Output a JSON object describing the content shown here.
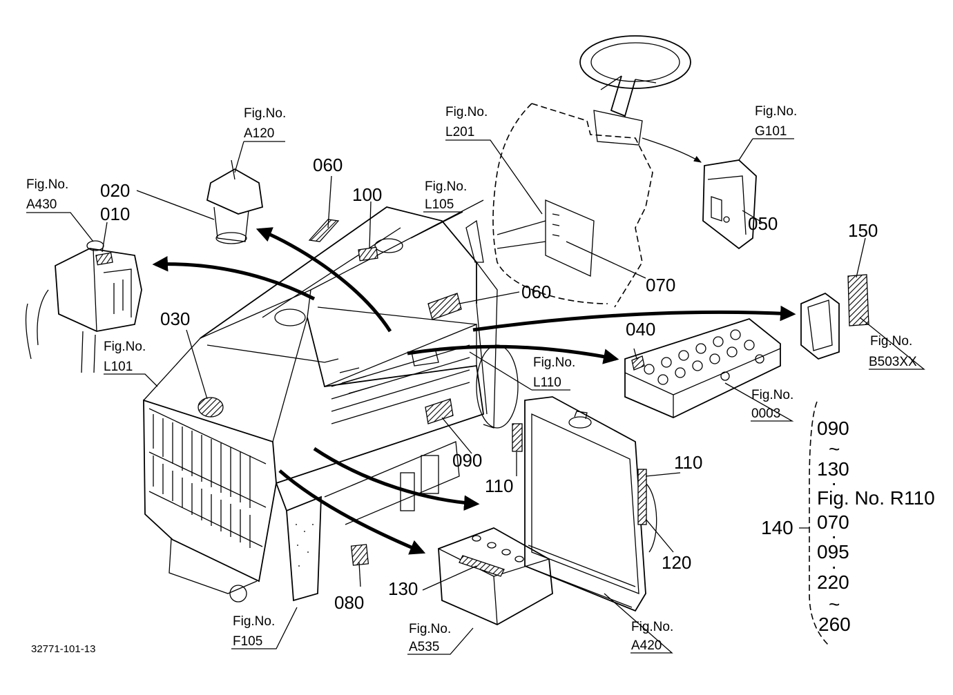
{
  "figure_refs": [
    {
      "key": "a120",
      "caption": "Fig.No.",
      "code": "A120"
    },
    {
      "key": "a430",
      "caption": "Fig.No.",
      "code": "A430"
    },
    {
      "key": "l201",
      "caption": "Fig.No.",
      "code": "L201"
    },
    {
      "key": "g101",
      "caption": "Fig.No.",
      "code": "G101"
    },
    {
      "key": "l105",
      "caption": "Fig.No.",
      "code": "L105"
    },
    {
      "key": "l101",
      "caption": "Fig.No.",
      "code": "L101"
    },
    {
      "key": "l110",
      "caption": "Fig.No.",
      "code": "L110"
    },
    {
      "key": "b503xx",
      "caption": "Fig.No.",
      "code": "B503XX"
    },
    {
      "key": "0003",
      "caption": "Fig.No.",
      "code": "0003"
    },
    {
      "key": "f105",
      "caption": "Fig.No.",
      "code": "F105"
    },
    {
      "key": "a535",
      "caption": "Fig.No.",
      "code": "A535"
    },
    {
      "key": "a420",
      "caption": "Fig.No.",
      "code": "A420"
    }
  ],
  "part_numbers": {
    "p010": "010",
    "p020": "020",
    "p030": "030",
    "p040": "040",
    "p050": "050",
    "p060_top": "060",
    "p060_side": "060",
    "p070": "070",
    "p080": "080",
    "p090": "090",
    "p100": "100",
    "p110_left": "110",
    "p110_right": "110",
    "p120": "120",
    "p130": "130",
    "p150": "150"
  },
  "legend_140": {
    "label": "140",
    "items": [
      "090",
      "~",
      "130",
      "·",
      "Fig. No. R110",
      "070",
      "·",
      "095",
      "·",
      "220",
      "~",
      "260"
    ]
  },
  "drawing_code": "32771-101-13"
}
